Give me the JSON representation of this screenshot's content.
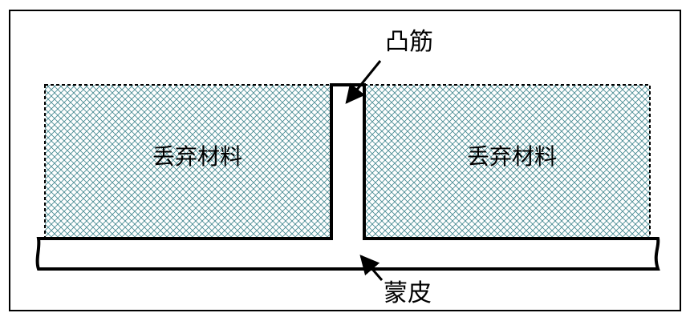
{
  "labels": {
    "rib": "凸筋",
    "discard_left": "丢弃材料",
    "discard_right": "丢弃材料",
    "skin": "蒙皮"
  },
  "colors": {
    "hatch": "#4a8c94",
    "outline": "#000000",
    "background": "#ffffff"
  }
}
